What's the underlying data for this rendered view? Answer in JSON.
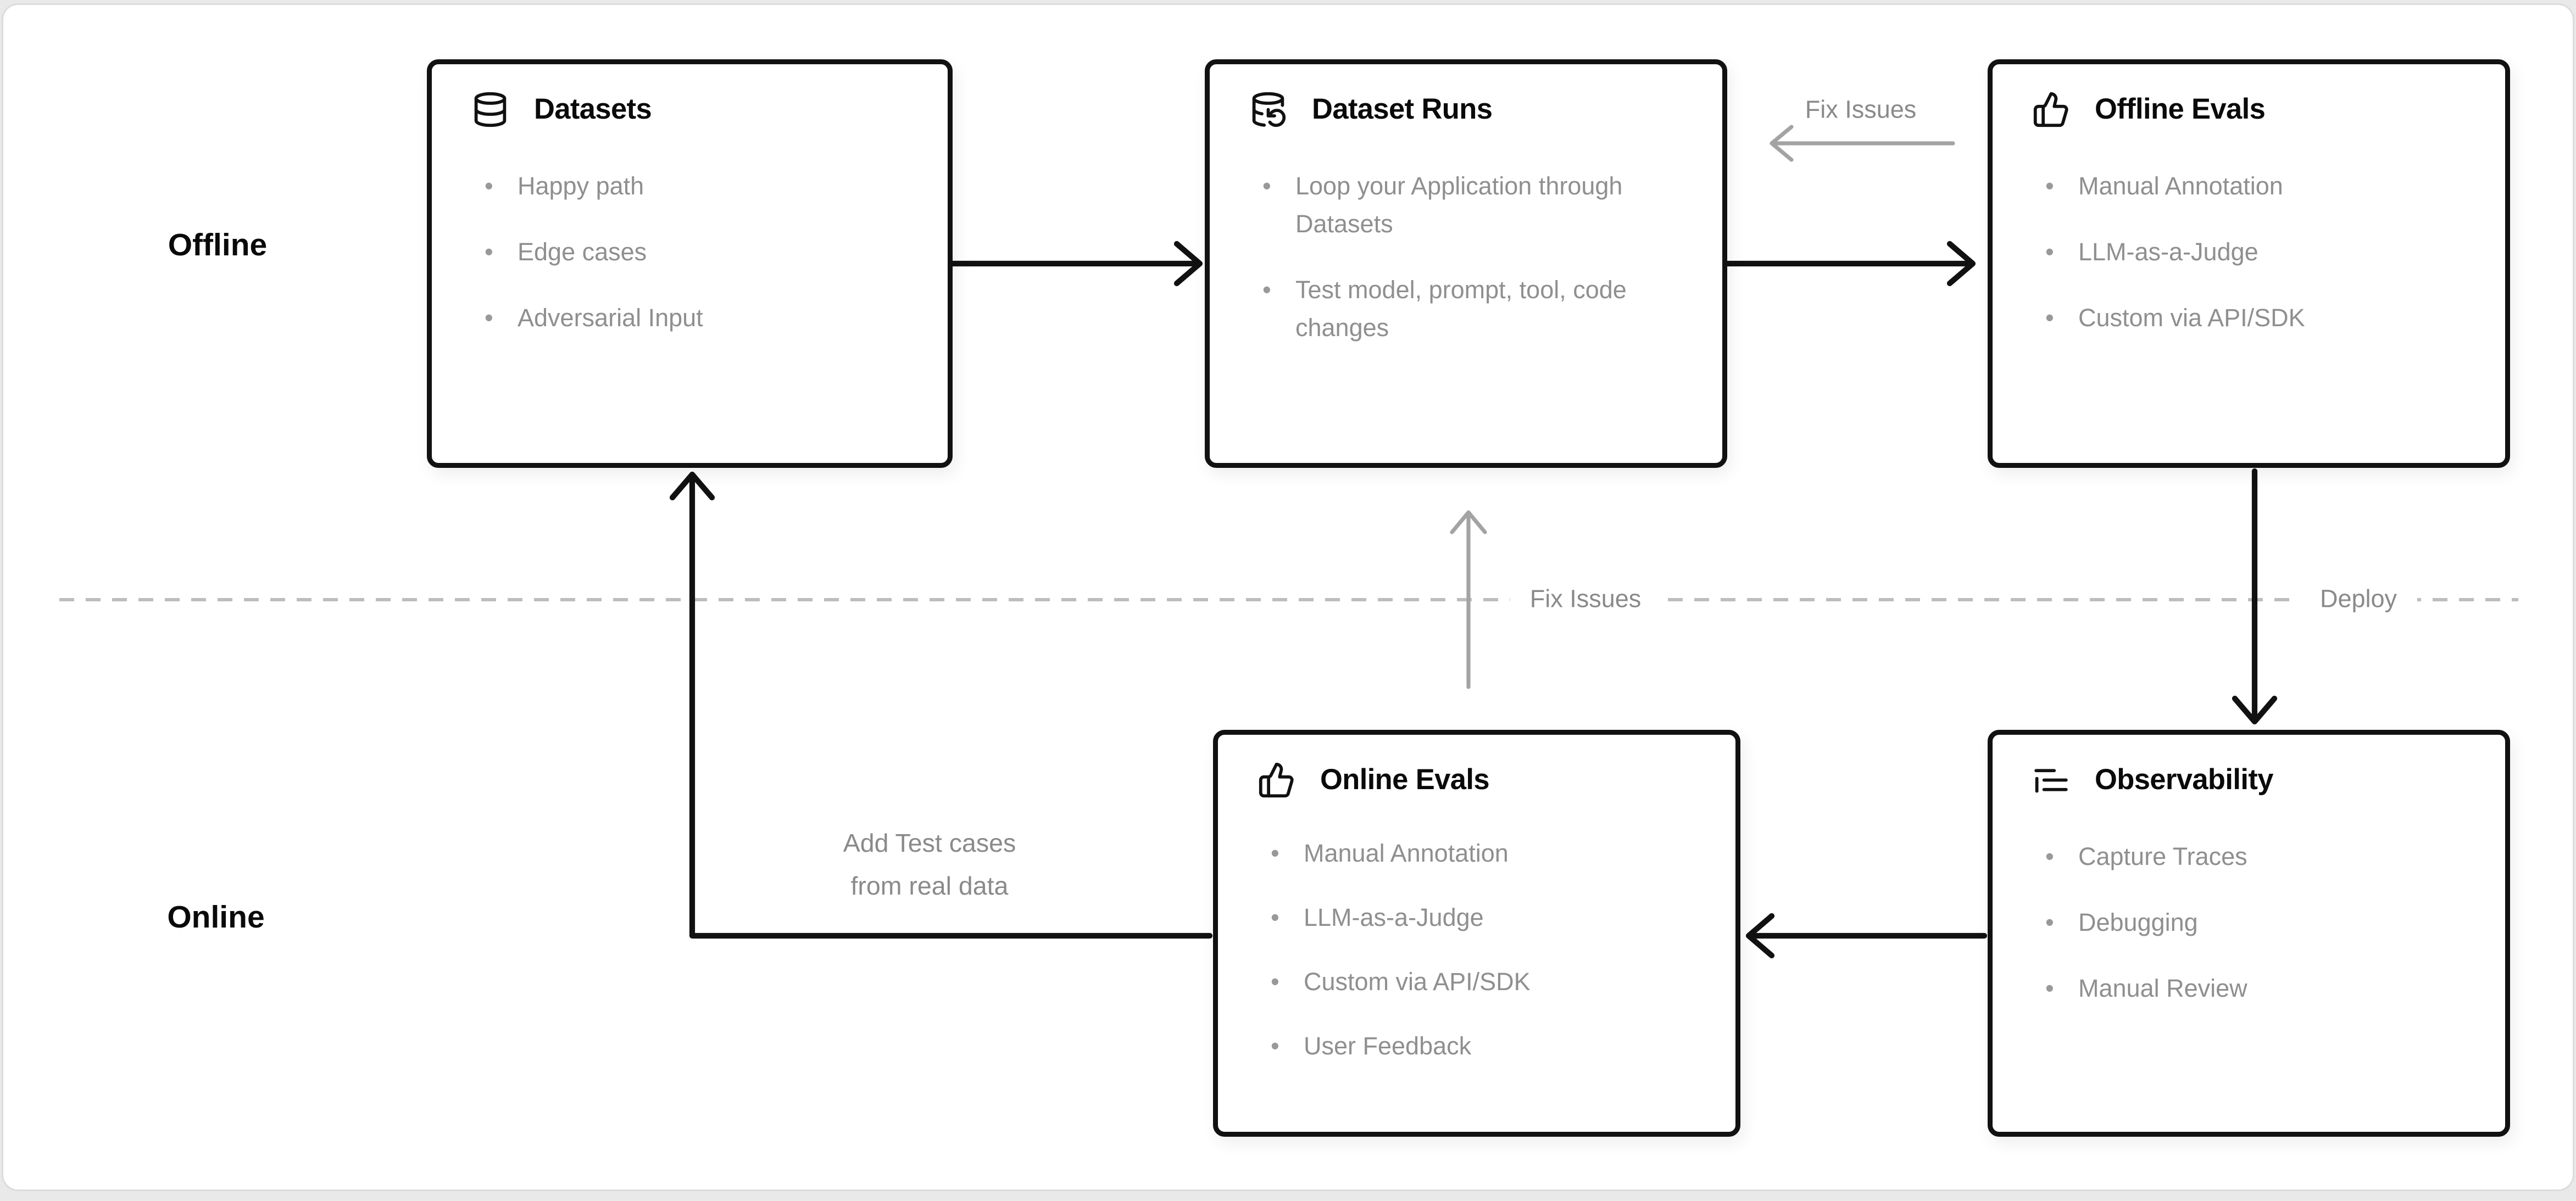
{
  "sections": {
    "offline_label": "Offline",
    "online_label": "Online"
  },
  "divider": {
    "fix_issues_label": "Fix Issues",
    "deploy_label": "Deploy"
  },
  "arrows": {
    "top_fix_issues_label": "Fix Issues",
    "add_test_cases_line1": "Add Test cases",
    "add_test_cases_line2": "from real data"
  },
  "boxes": [
    {
      "id": "datasets",
      "icon": "database-icon",
      "title": "Datasets",
      "items": [
        "Happy path",
        "Edge cases",
        "Adversarial Input"
      ]
    },
    {
      "id": "dataset-runs",
      "icon": "database-backup-icon",
      "title": "Dataset Runs",
      "items": [
        "Loop your Application through Datasets",
        "Test model, prompt, tool, code changes"
      ]
    },
    {
      "id": "offline-evals",
      "icon": "thumbs-up-icon",
      "title": "Offline Evals",
      "items": [
        "Manual Annotation",
        "LLM-as-a-Judge",
        "Custom via API/SDK"
      ]
    },
    {
      "id": "online-evals",
      "icon": "thumbs-up-icon",
      "title": "Online Evals",
      "items": [
        "Manual Annotation",
        "LLM-as-a-Judge",
        "Custom via API/SDK",
        "User Feedback"
      ]
    },
    {
      "id": "observability",
      "icon": "logs-icon",
      "title": "Observability",
      "items": [
        "Capture Traces",
        "Debugging",
        "Manual Review"
      ]
    }
  ],
  "colors": {
    "box_border": "#111111",
    "title_text": "#0a0a0a",
    "bullet_text": "#8f8f8f",
    "divider_line": "#bdbdbd",
    "gray_arrow": "#a3a3a3",
    "black_arrow": "#111111",
    "card_bg": "#ffffff",
    "page_bg": "#e9e9ea"
  }
}
